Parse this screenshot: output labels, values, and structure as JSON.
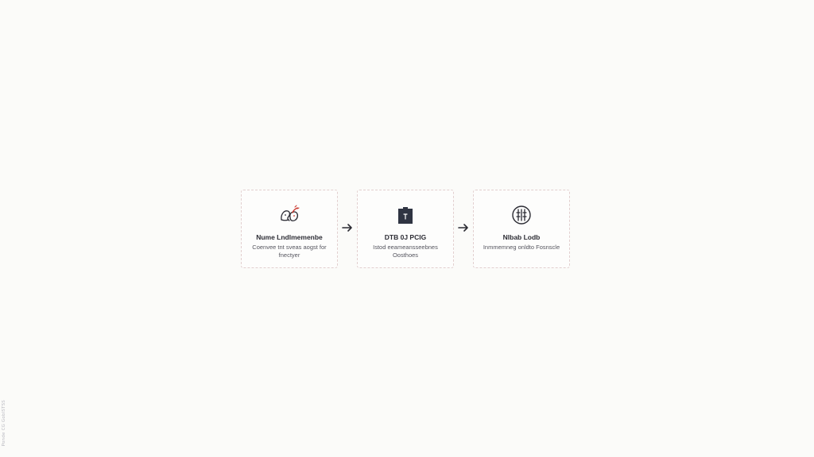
{
  "steps": [
    {
      "icon": "faces-icon",
      "title": "Nume Lndlmemenbe",
      "description": "Coenvee tnt sveas aogst for fnectyer"
    },
    {
      "icon": "document-t-icon",
      "title": "DTB 0J PCIG",
      "description": "Istod eeameansseebnes Oosthoes"
    },
    {
      "icon": "grid-circle-icon",
      "title": "Nlbab Lodb",
      "description": "Inmmemneg onldto Fosnscle"
    }
  ],
  "connectors": [
    "arrow-right-icon",
    "arrow-right-icon"
  ],
  "side_note": "Ponde CG GoblSTSS",
  "colors": {
    "background": "#fbfbf9",
    "card_border": "#e2cfcf",
    "text": "#2b2b33",
    "accent_red": "#c9352b"
  }
}
